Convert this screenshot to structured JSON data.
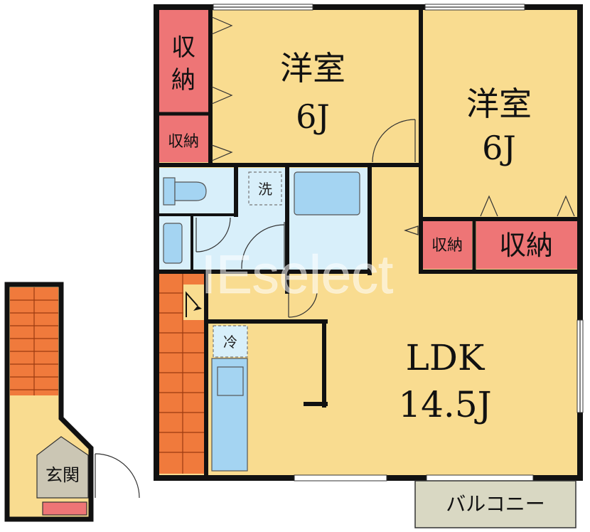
{
  "rooms": {
    "western_room_1": {
      "name": "洋室",
      "size": "6J"
    },
    "western_room_2": {
      "name": "洋室",
      "size": "6J"
    },
    "ldk": {
      "name": "LDK",
      "size": "14.5J"
    },
    "storage_tall": {
      "line1": "収",
      "line2": "納"
    },
    "storage_small_left": "収納",
    "storage_small_mid": "収納",
    "storage_large_right": "収納",
    "laundry": "洗",
    "fridge": "冷",
    "entrance": "玄関",
    "balcony": "バルコニー"
  },
  "watermark": "IEselect",
  "colors": {
    "room_floor": "#f9dc90",
    "storage": "#ee7576",
    "stairs": "#f07a3c",
    "wet_area": "#d8effa",
    "fixture": "#a4d4f2",
    "entrance": "#cbc6b4",
    "balcony": "#d9d8c3",
    "wall": "#111111"
  }
}
